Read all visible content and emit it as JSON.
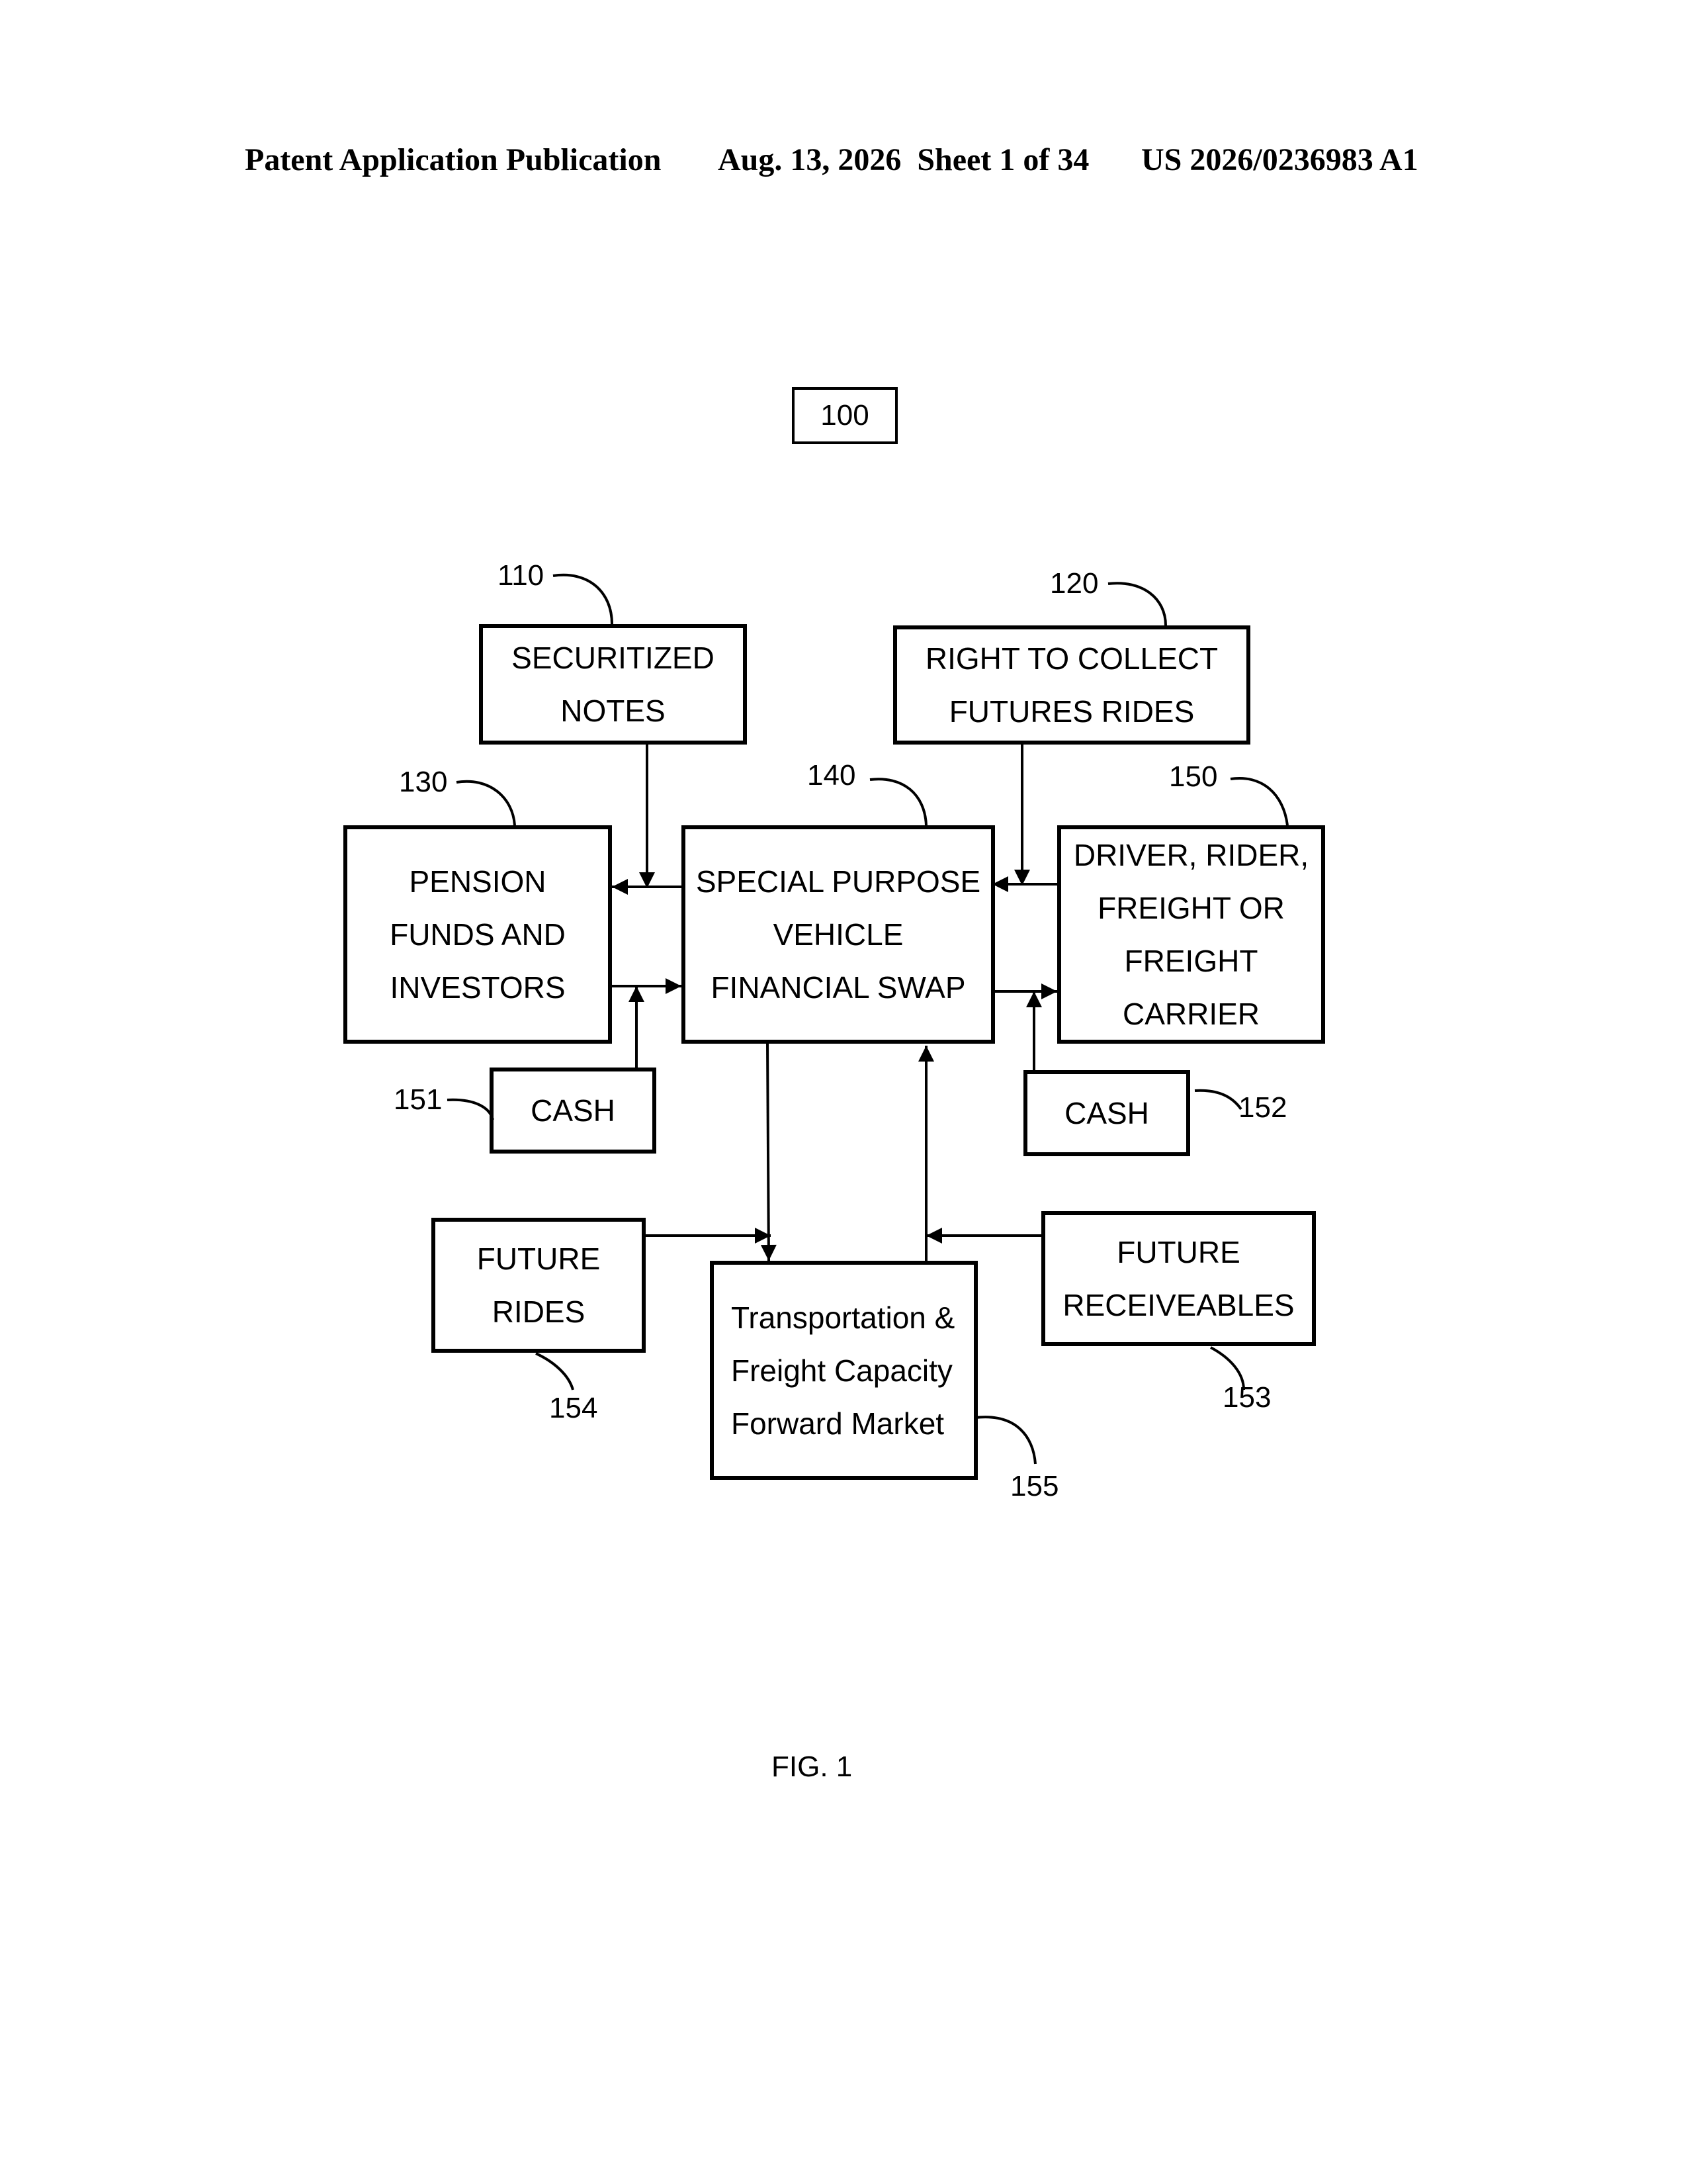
{
  "header": {
    "publication_label": "Patent Application Publication",
    "date_sheet": "Aug. 13, 2026  Sheet 1 of 34",
    "pub_number": "US 2026/0236983 A1"
  },
  "diagram": {
    "figure_number": "100",
    "nodes": {
      "n110": {
        "ref": "110",
        "lines": [
          "SECURITIZED",
          "NOTES"
        ]
      },
      "n120": {
        "ref": "120",
        "lines": [
          "RIGHT TO COLLECT",
          "FUTURES RIDES"
        ]
      },
      "n130": {
        "ref": "130",
        "lines": [
          "PENSION",
          "FUNDS AND",
          "INVESTORS"
        ]
      },
      "n140": {
        "ref": "140",
        "lines": [
          "SPECIAL PURPOSE",
          "VEHICLE",
          "FINANCIAL SWAP"
        ]
      },
      "n150": {
        "ref": "150",
        "lines": [
          "DRIVER, RIDER,",
          "FREIGHT OR",
          "FREIGHT",
          "CARRIER"
        ]
      },
      "n151": {
        "ref": "151",
        "lines": [
          "CASH"
        ]
      },
      "n152": {
        "ref": "152",
        "lines": [
          "CASH"
        ]
      },
      "n153": {
        "ref": "153",
        "lines": [
          "FUTURE",
          "RECEIVEABLES"
        ]
      },
      "n154": {
        "ref": "154",
        "lines": [
          "FUTURE",
          "RIDES"
        ]
      },
      "n155": {
        "ref": "155",
        "lines": [
          "Transportation &",
          "Freight Capacity",
          "Forward Market"
        ]
      }
    }
  },
  "caption": "FIG. 1"
}
